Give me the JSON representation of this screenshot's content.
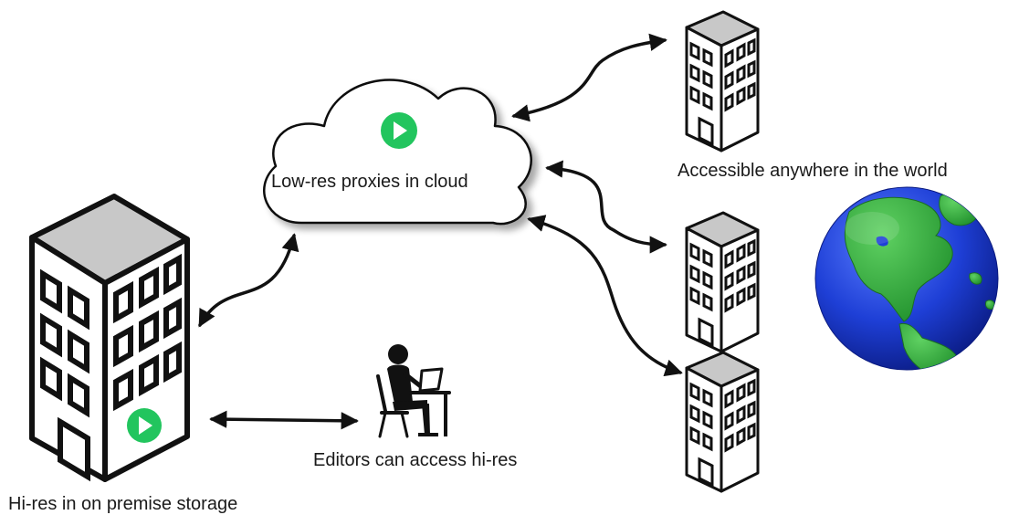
{
  "labels": {
    "cloud": "Low-res proxies in cloud",
    "world": "Accessible anywhere in the world",
    "editors": "Editors can access hi-res",
    "premise": "Hi-res in on premise storage"
  },
  "colors": {
    "play_green": "#22c55e",
    "ocean_blue": "#1e3fd6",
    "land_green": "#2fa63a",
    "roof_gray": "#c8c8c8",
    "outline": "#111111"
  },
  "icons": {
    "cloud": "cloud-icon",
    "main_building": "building-icon",
    "remote_buildings": "building-icon",
    "editor": "person-at-laptop-icon",
    "globe": "globe-icon",
    "play": "play-icon"
  }
}
